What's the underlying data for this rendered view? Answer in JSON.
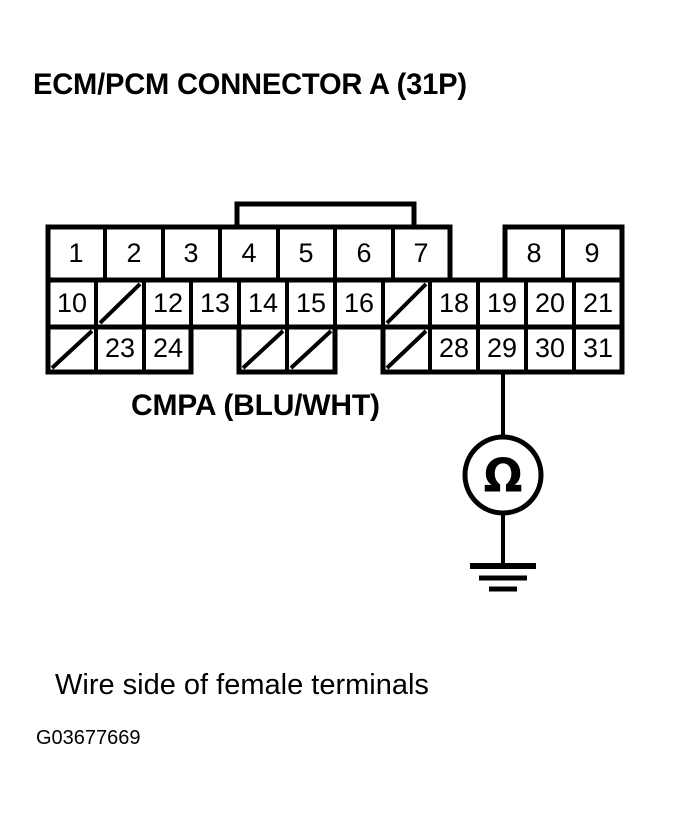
{
  "diagram": {
    "title": "ECM/PCM CONNECTOR A (31P)",
    "wire_label": "CMPA (BLU/WHT)",
    "caption": "Wire side of female terminals",
    "figure_code": "G03677669",
    "meter_symbol": "Ω",
    "line_color": "#000000",
    "background_color": "#ffffff",
    "measured_terminal": "29",
    "connector": {
      "rows": [
        {
          "row_index": 1,
          "cells": [
            {
              "label": "1",
              "type": "numbered"
            },
            {
              "label": "2",
              "type": "numbered"
            },
            {
              "label": "3",
              "type": "numbered"
            },
            {
              "label": "4",
              "type": "numbered"
            },
            {
              "label": "5",
              "type": "numbered"
            },
            {
              "label": "6",
              "type": "numbered"
            },
            {
              "label": "7",
              "type": "numbered"
            },
            {
              "label": "",
              "type": "gap"
            },
            {
              "label": "",
              "type": "gap"
            },
            {
              "label": "8",
              "type": "numbered"
            },
            {
              "label": "9",
              "type": "numbered"
            }
          ]
        },
        {
          "row_index": 2,
          "cells": [
            {
              "label": "10",
              "type": "numbered"
            },
            {
              "label": "",
              "type": "blank-slash"
            },
            {
              "label": "12",
              "type": "numbered"
            },
            {
              "label": "13",
              "type": "numbered"
            },
            {
              "label": "14",
              "type": "numbered"
            },
            {
              "label": "15",
              "type": "numbered"
            },
            {
              "label": "16",
              "type": "numbered"
            },
            {
              "label": "",
              "type": "blank-slash"
            },
            {
              "label": "18",
              "type": "numbered"
            },
            {
              "label": "19",
              "type": "numbered"
            },
            {
              "label": "20",
              "type": "numbered"
            },
            {
              "label": "21",
              "type": "numbered"
            }
          ]
        },
        {
          "row_index": 3,
          "cells": [
            {
              "label": "",
              "type": "blank-slash"
            },
            {
              "label": "23",
              "type": "numbered"
            },
            {
              "label": "24",
              "type": "numbered"
            },
            {
              "label": "",
              "type": "gap"
            },
            {
              "label": "",
              "type": "blank-slash"
            },
            {
              "label": "",
              "type": "blank-slash"
            },
            {
              "label": "",
              "type": "gap"
            },
            {
              "label": "",
              "type": "blank-slash"
            },
            {
              "label": "28",
              "type": "numbered"
            },
            {
              "label": "29",
              "type": "numbered"
            },
            {
              "label": "30",
              "type": "numbered"
            },
            {
              "label": "31",
              "type": "numbered"
            }
          ]
        }
      ]
    }
  }
}
